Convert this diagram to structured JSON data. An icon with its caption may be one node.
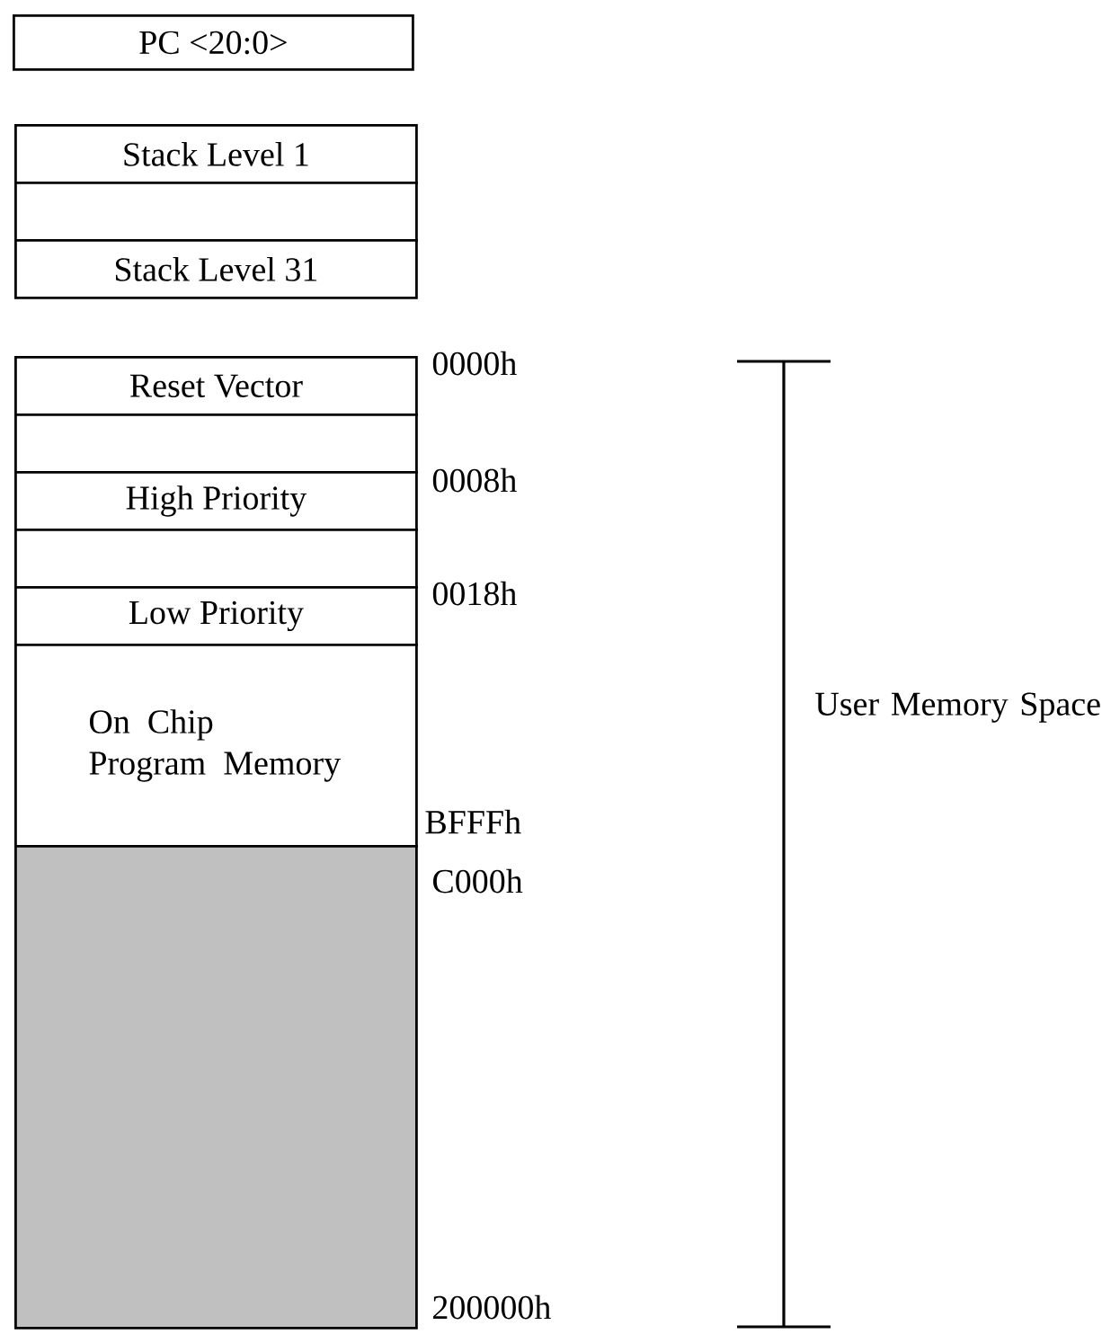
{
  "diagram": {
    "nodes": [
      {
        "text": [
          "PC <20:0>"
        ]
      },
      {
        "text": [
          "Stack Level 1"
        ]
      },
      {
        "text": [],
        "shape": "box"
      },
      {
        "text": [
          "Stack Level 31"
        ]
      },
      {
        "text": [
          "Reset Vector"
        ]
      },
      {
        "text": [],
        "shape": "box"
      },
      {
        "text": [
          "High Priority"
        ]
      },
      {
        "text": [],
        "shape": "box"
      },
      {
        "text": [
          "Low Priority"
        ]
      },
      {
        "text": [
          "On Chip Program Memory"
        ]
      },
      {
        "text": [],
        "shape": "box"
      }
    ],
    "labels": [
      "0000h",
      "0008h",
      "0018h",
      "BFFFh",
      "C000h",
      "200000h",
      "User Memory Space"
    ]
  }
}
